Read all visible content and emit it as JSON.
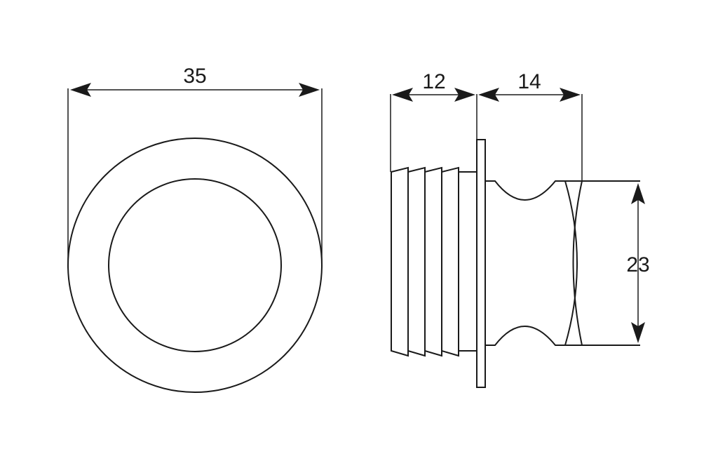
{
  "drawing": {
    "dimensions": {
      "front_diameter": "35",
      "insert_depth": "12",
      "knob_length": "14",
      "knob_diameter": "23"
    },
    "colors": {
      "line": "#1a1a1a",
      "background": "#ffffff"
    }
  }
}
